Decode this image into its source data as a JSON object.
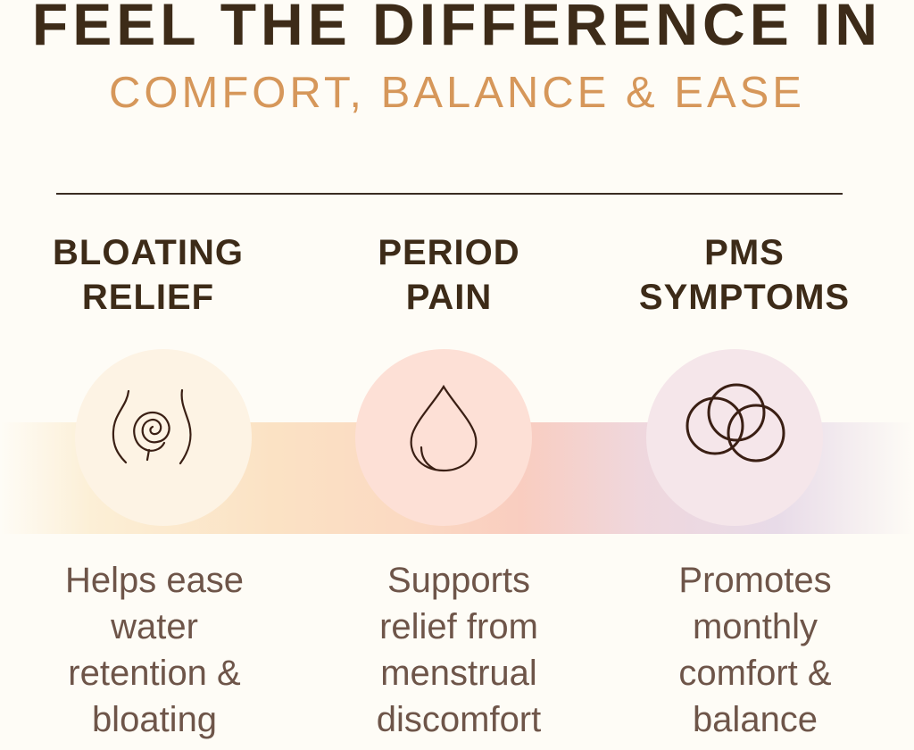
{
  "header": {
    "title": "FEEL THE DIFFERENCE IN",
    "subtitle": "COMFORT, BALANCE & EASE"
  },
  "colors": {
    "title": "#3d2b18",
    "subtitle": "#d6975a",
    "body_text": "#6e5549",
    "background": "#fefcf6",
    "icon_stroke": "#3a1f14"
  },
  "benefits": [
    {
      "title_line1": "BLOATING",
      "title_line2": "RELIEF",
      "icon": "abdomen-spiral-icon",
      "circle_color": "#fdf3e4",
      "desc": [
        "Helps ease",
        "water",
        "retention &",
        "bloating"
      ]
    },
    {
      "title_line1": "PERIOD",
      "title_line2": "PAIN",
      "icon": "water-drop-icon",
      "circle_color": "#fde0d6",
      "desc": [
        "Supports",
        "relief from",
        "menstrual",
        "discomfort"
      ]
    },
    {
      "title_line1": "PMS",
      "title_line2": "SYMPTOMS",
      "icon": "three-circles-icon",
      "circle_color": "#f5e6ea",
      "desc": [
        "Promotes",
        "monthly",
        "comfort &",
        "balance"
      ]
    }
  ]
}
